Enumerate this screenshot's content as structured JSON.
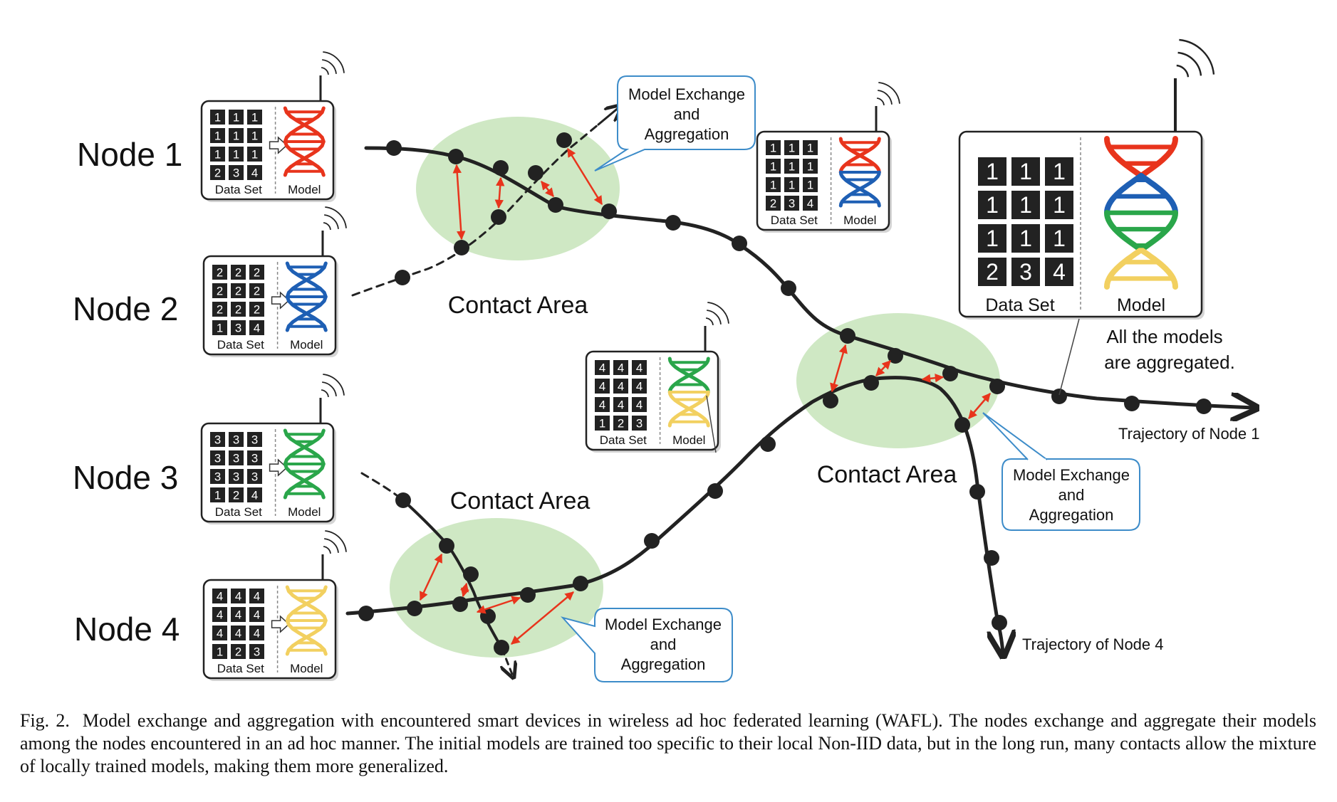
{
  "nodes": [
    {
      "label": "Node 1",
      "data_rows": [
        [
          "1",
          "1",
          "1"
        ],
        [
          "1",
          "1",
          "1"
        ],
        [
          "1",
          "1",
          "1"
        ],
        [
          "2",
          "3",
          "4"
        ]
      ],
      "model_colors": [
        "#e8341c"
      ],
      "dataset_label": "Data Set",
      "model_label": "Model"
    },
    {
      "label": "Node 2",
      "data_rows": [
        [
          "2",
          "2",
          "2"
        ],
        [
          "2",
          "2",
          "2"
        ],
        [
          "2",
          "2",
          "2"
        ],
        [
          "1",
          "3",
          "4"
        ]
      ],
      "model_colors": [
        "#1e5fb4"
      ],
      "dataset_label": "Data Set",
      "model_label": "Model"
    },
    {
      "label": "Node 3",
      "data_rows": [
        [
          "3",
          "3",
          "3"
        ],
        [
          "3",
          "3",
          "3"
        ],
        [
          "3",
          "3",
          "3"
        ],
        [
          "1",
          "2",
          "4"
        ]
      ],
      "model_colors": [
        "#2aa64a"
      ],
      "dataset_label": "Data Set",
      "model_label": "Model"
    },
    {
      "label": "Node 4",
      "data_rows": [
        [
          "4",
          "4",
          "4"
        ],
        [
          "4",
          "4",
          "4"
        ],
        [
          "4",
          "4",
          "4"
        ],
        [
          "1",
          "2",
          "3"
        ]
      ],
      "model_colors": [
        "#f2d060"
      ],
      "dataset_label": "Data Set",
      "model_label": "Model"
    }
  ],
  "midcards": [
    {
      "data_rows": [
        [
          "1",
          "1",
          "1"
        ],
        [
          "1",
          "1",
          "1"
        ],
        [
          "1",
          "1",
          "1"
        ],
        [
          "2",
          "3",
          "4"
        ]
      ],
      "model_colors": [
        "#e8341c",
        "#1e5fb4"
      ],
      "dataset_label": "Data Set",
      "model_label": "Model"
    },
    {
      "data_rows": [
        [
          "4",
          "4",
          "4"
        ],
        [
          "4",
          "4",
          "4"
        ],
        [
          "4",
          "4",
          "4"
        ],
        [
          "1",
          "2",
          "3"
        ]
      ],
      "model_colors": [
        "#2aa64a",
        "#f2d060"
      ],
      "dataset_label": "Data Set",
      "model_label": "Model"
    }
  ],
  "final_card": {
    "data_rows": [
      [
        "1",
        "1",
        "1"
      ],
      [
        "1",
        "1",
        "1"
      ],
      [
        "1",
        "1",
        "1"
      ],
      [
        "2",
        "3",
        "4"
      ]
    ],
    "model_colors": [
      "#e8341c",
      "#1e5fb4",
      "#2aa64a",
      "#f2d060"
    ],
    "dataset_label": "Data Set",
    "model_label": "Model",
    "note_line1": "All the models",
    "note_line2": "are aggregated."
  },
  "contact_areas": [
    "Contact Area",
    "Contact Area",
    "Contact Area"
  ],
  "callouts": [
    {
      "line1": "Model Exchange",
      "line2": "and",
      "line3": "Aggregation"
    },
    {
      "line1": "Model Exchange",
      "line2": "and",
      "line3": "Aggregation"
    },
    {
      "line1": "Model Exchange",
      "line2": "and",
      "line3": "Aggregation"
    }
  ],
  "trajectories": {
    "node1": "Trajectory of Node 1",
    "node4": "Trajectory of Node 4"
  },
  "caption": {
    "figure_number": "Fig. 2.",
    "text": "Model exchange and aggregation with encountered smart devices in wireless ad hoc federated learning (WAFL). The nodes exchange and aggregate their models among the nodes encountered in an ad hoc manner. The initial models are trained too specific to their local Non-IID data, but in the long run, many contacts allow the mixture of locally trained models, making them more generalized."
  }
}
